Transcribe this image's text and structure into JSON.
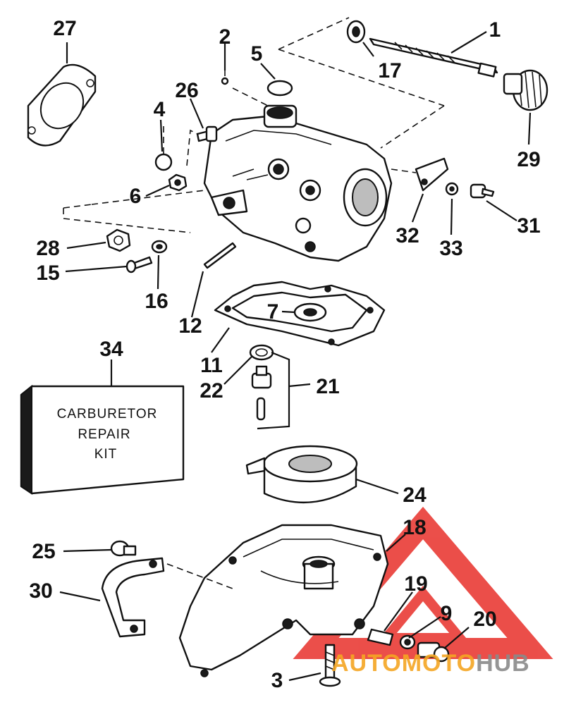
{
  "part_numbers": [
    "1",
    "2",
    "3",
    "4",
    "5",
    "6",
    "7",
    "9",
    "11",
    "12",
    "15",
    "16",
    "17",
    "18",
    "19",
    "20",
    "21",
    "22",
    "24",
    "25",
    "26",
    "27",
    "28",
    "29",
    "30",
    "31",
    "32",
    "33",
    "34"
  ],
  "kit_box": {
    "line1": "CARBURETOR",
    "line2": "REPAIR",
    "line3": "KIT"
  },
  "watermark": {
    "part1": "AUTOMOTO",
    "part2": "HUB",
    "color_red": "#e8302a",
    "color_orange": "#f5a623",
    "color_grey": "#8a8a8a"
  }
}
